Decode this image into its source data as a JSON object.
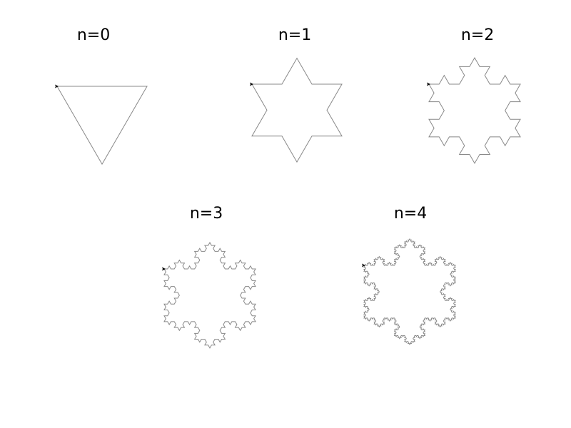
{
  "stages": [
    {
      "label": "n=0",
      "order": 0
    },
    {
      "label": "n=1",
      "order": 1
    },
    {
      "label": "n=2",
      "order": 2
    },
    {
      "label": "n=3",
      "order": 3
    },
    {
      "label": "n=4",
      "order": 4
    }
  ],
  "colors": {
    "stroke": "#888888",
    "cursor": "#000000",
    "background": "#ffffff"
  }
}
